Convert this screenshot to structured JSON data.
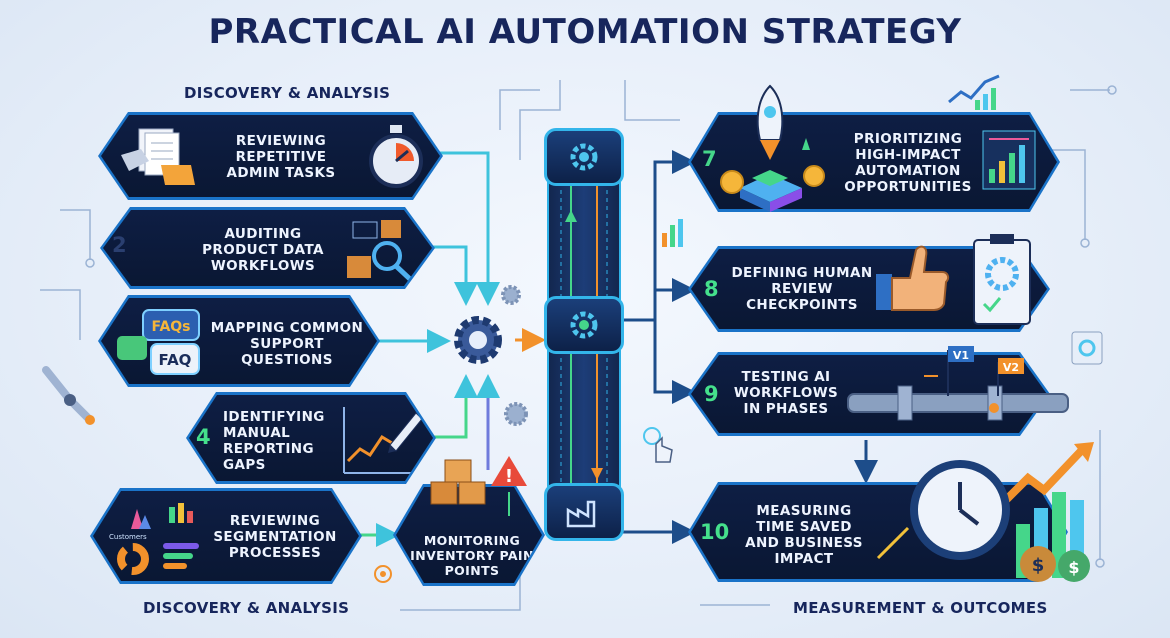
{
  "title": "PRACTICAL AI AUTOMATION STRATEGY",
  "sections": {
    "top_left": "DISCOVERY & ANALYSIS",
    "bottom_left": "DISCOVERY & ANALYSIS",
    "bottom_right": "MEASUREMENT & OUTCOMES"
  },
  "steps": [
    {
      "num": "",
      "label": "REVIEWING REPETITIVE ADMIN TASKS",
      "icon": "documents-folder-icon"
    },
    {
      "num": "2",
      "label": "AUDITING PRODUCT DATA WORKFLOWS",
      "icon": "magnifier-boxes-icon"
    },
    {
      "num": "",
      "label": "MAPPING COMMON SUPPORT QUESTIONS",
      "icon": "faq-bubbles-icon"
    },
    {
      "num": "4",
      "label": "IDENTIFYING MANUAL REPORTING GAPS",
      "icon": "pen-chart-icon"
    },
    {
      "num": "",
      "label": "REVIEWING SEGMENTATION PROCESSES",
      "icon": "segmentation-chart-icon"
    },
    {
      "num": "",
      "label": "MONITORING INVENTORY PAIN POINTS",
      "icon": "inventory-boxes-icon"
    },
    {
      "num": "7",
      "label": "PRIORITIZING HIGH-IMPACT AUTOMATION OPPORTUNITIES",
      "icon": "rocket-coins-icon"
    },
    {
      "num": "8",
      "label": "DEFINING HUMAN REVIEW CHECKPOINTS",
      "icon": "thumbs-up-clipboard-icon"
    },
    {
      "num": "9",
      "label": "TESTING AI WORKFLOWS IN PHASES",
      "icon": "pipeline-versions-icon"
    },
    {
      "num": "10",
      "label": "MEASURING TIME SAVED AND BUSINESS IMPACT",
      "icon": "clock-growth-icon"
    }
  ],
  "icon_texts": {
    "faqs": "FAQs",
    "faq": "FAQ",
    "customers": "Customers",
    "v1": "V1",
    "v2": "V2"
  },
  "colors": {
    "title": "#17265c",
    "card_bg": "#0e1e44",
    "card_border": "#1a73c8",
    "number": "#45e08c",
    "accent_cyan": "#33b5ea",
    "accent_orange": "#f2912b"
  }
}
